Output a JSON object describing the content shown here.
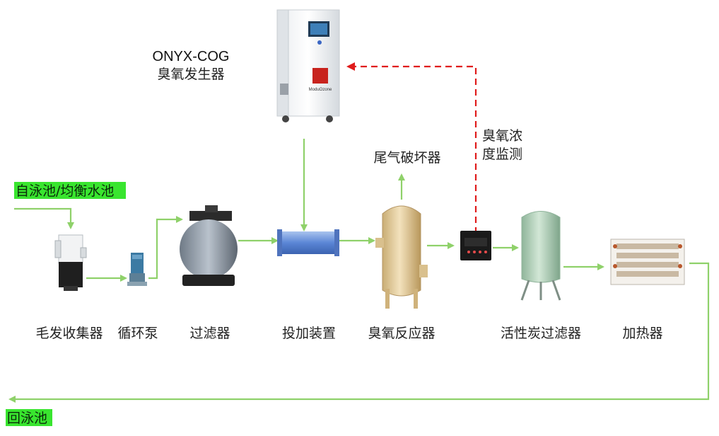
{
  "generator": {
    "model": "ONYX-COG",
    "name": "臭氧发生器",
    "logo_text": "ModuOzone"
  },
  "inlet_tag": "自泳池/均衡水池",
  "return_tag": "回泳池",
  "offgas_label": "尾气破坏器",
  "monitor_label_line1": "臭氧浓",
  "monitor_label_line2": "度监测",
  "components": {
    "hair_collector": "毛发收集器",
    "circulation_pump": "循环泵",
    "filter": "过滤器",
    "injector": "投加装置",
    "ozone_reactor": "臭氧反应器",
    "carbon_filter": "活性炭过滤器",
    "heater": "加热器"
  },
  "colors": {
    "flow": "#8fd16a",
    "feedback": "#e01b1b",
    "tag": "#39e52f"
  }
}
